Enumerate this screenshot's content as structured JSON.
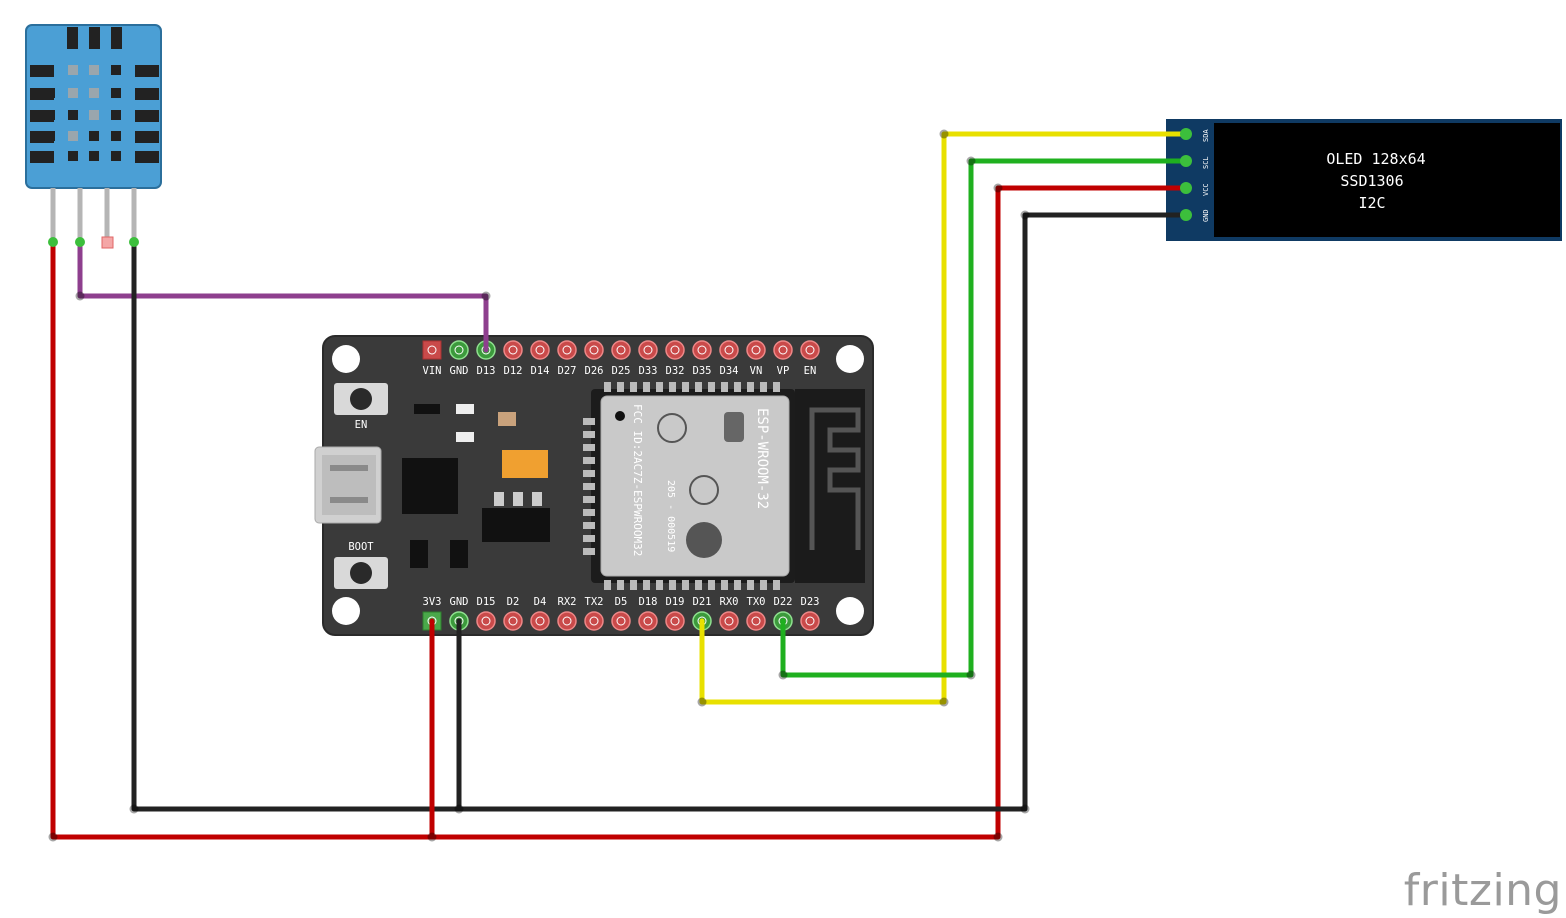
{
  "board": {
    "top_pins": [
      "VIN",
      "GND",
      "D13",
      "D12",
      "D14",
      "D27",
      "D26",
      "D25",
      "D33",
      "D32",
      "D35",
      "D34",
      "VN",
      "VP",
      "EN"
    ],
    "bottom_pins": [
      "3V3",
      "GND",
      "D15",
      "D2",
      "D4",
      "RX2",
      "TX2",
      "D5",
      "D18",
      "D19",
      "D21",
      "RX0",
      "TX0",
      "D22",
      "D23"
    ],
    "en_label": "EN",
    "boot_label": "BOOT"
  },
  "module": {
    "fcc": "FCC ID:2AC7Z-ESPWROOM32",
    "model": "ESP-WROOM-32",
    "cert": "205 - 000519"
  },
  "oled": {
    "line1": "OLED 128x64",
    "line2": "SSD1306",
    "line3": "I2C",
    "pins": [
      "SDA",
      "SCL",
      "VCC",
      "GND"
    ]
  },
  "wire_colors": {
    "power": "#c00000",
    "ground": "#222222",
    "data": "#8e3f8e",
    "sda": "#e8e000",
    "scl": "#1fb01f"
  },
  "brand": "fritzing"
}
